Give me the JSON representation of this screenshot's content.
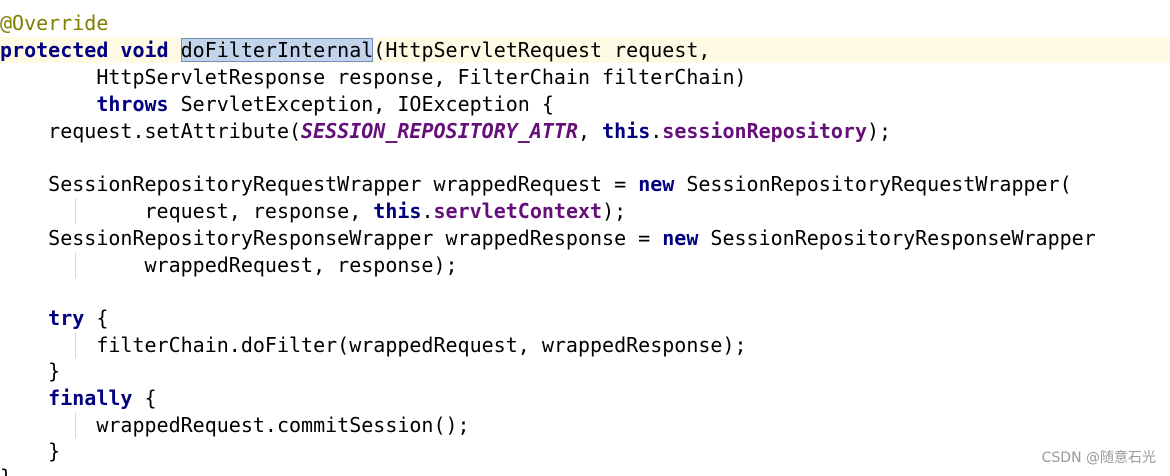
{
  "code": {
    "l1": {
      "t1": "@Override"
    },
    "l2": {
      "t1": "protected",
      "t2": " ",
      "t3": "void",
      "t4": " ",
      "t5": "doFilterInternal",
      "t6": "(HttpServletRequest request,"
    },
    "l3": {
      "t1": "        HttpServletResponse response, FilterChain filterChain)"
    },
    "l4": {
      "t1": "        ",
      "t2": "throws",
      "t3": " ServletException, IOException {"
    },
    "l5": {
      "t1": "    request.setAttribute(",
      "t2": "SESSION_REPOSITORY_ATTR",
      "t3": ", ",
      "t4": "this",
      "t5": ".",
      "t6": "sessionRepository",
      "t7": ");"
    },
    "l7": {
      "t1": "    SessionRepositoryRequestWrapper wrappedRequest = ",
      "t2": "new",
      "t3": " SessionRepositoryRequestWrapper("
    },
    "l8": {
      "t1": "            request, response, ",
      "t2": "this",
      "t3": ".",
      "t4": "servletContext",
      "t5": ");"
    },
    "l9": {
      "t1": "    SessionRepositoryResponseWrapper wrappedResponse = ",
      "t2": "new",
      "t3": " SessionRepositoryResponseWrapper"
    },
    "l10": {
      "t1": "            wrappedRequest, response);"
    },
    "l12": {
      "t1": "    ",
      "t2": "try",
      "t3": " {"
    },
    "l13": {
      "t1": "        filterChain.doFilter(wrappedRequest, wrappedResponse);"
    },
    "l14": {
      "t1": "    }"
    },
    "l15": {
      "t1": "    ",
      "t2": "finally",
      "t3": " {"
    },
    "l16": {
      "t1": "        wrappedRequest.commitSession();"
    },
    "l17": {
      "t1": "    }"
    },
    "l18": {
      "t1": "}"
    }
  },
  "watermark": "CSDN @随意石光",
  "colors": {
    "keyword": "#000080",
    "annotation": "#808000",
    "field": "#660e7a",
    "selection": "#c2d3ec",
    "current_line": "#fffae3"
  }
}
